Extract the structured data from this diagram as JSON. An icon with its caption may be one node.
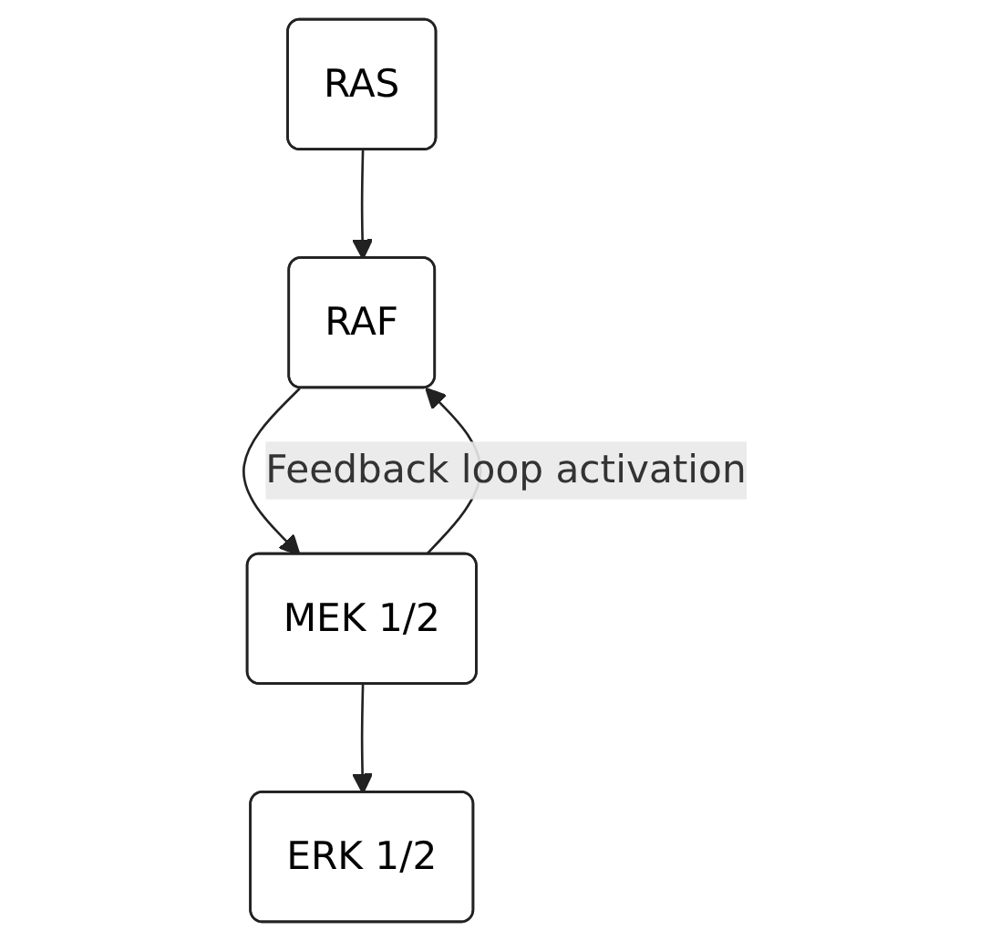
{
  "diagram": {
    "nodes": [
      {
        "text": [
          "RAS"
        ]
      },
      {
        "text": [
          "RAF"
        ]
      },
      {
        "text": [
          "MEK 1/2"
        ]
      },
      {
        "text": [
          "ERK 1/2"
        ]
      }
    ],
    "edges": [
      {
        "from": 0,
        "to": 1,
        "arrow": "to"
      },
      {
        "from": 1,
        "to": 2,
        "arrow": "to"
      },
      {
        "from": 2,
        "to": 3,
        "arrow": "to"
      },
      {
        "from": 2,
        "to": 1,
        "arrow": "to",
        "label": "Feedback loop activation"
      }
    ]
  }
}
